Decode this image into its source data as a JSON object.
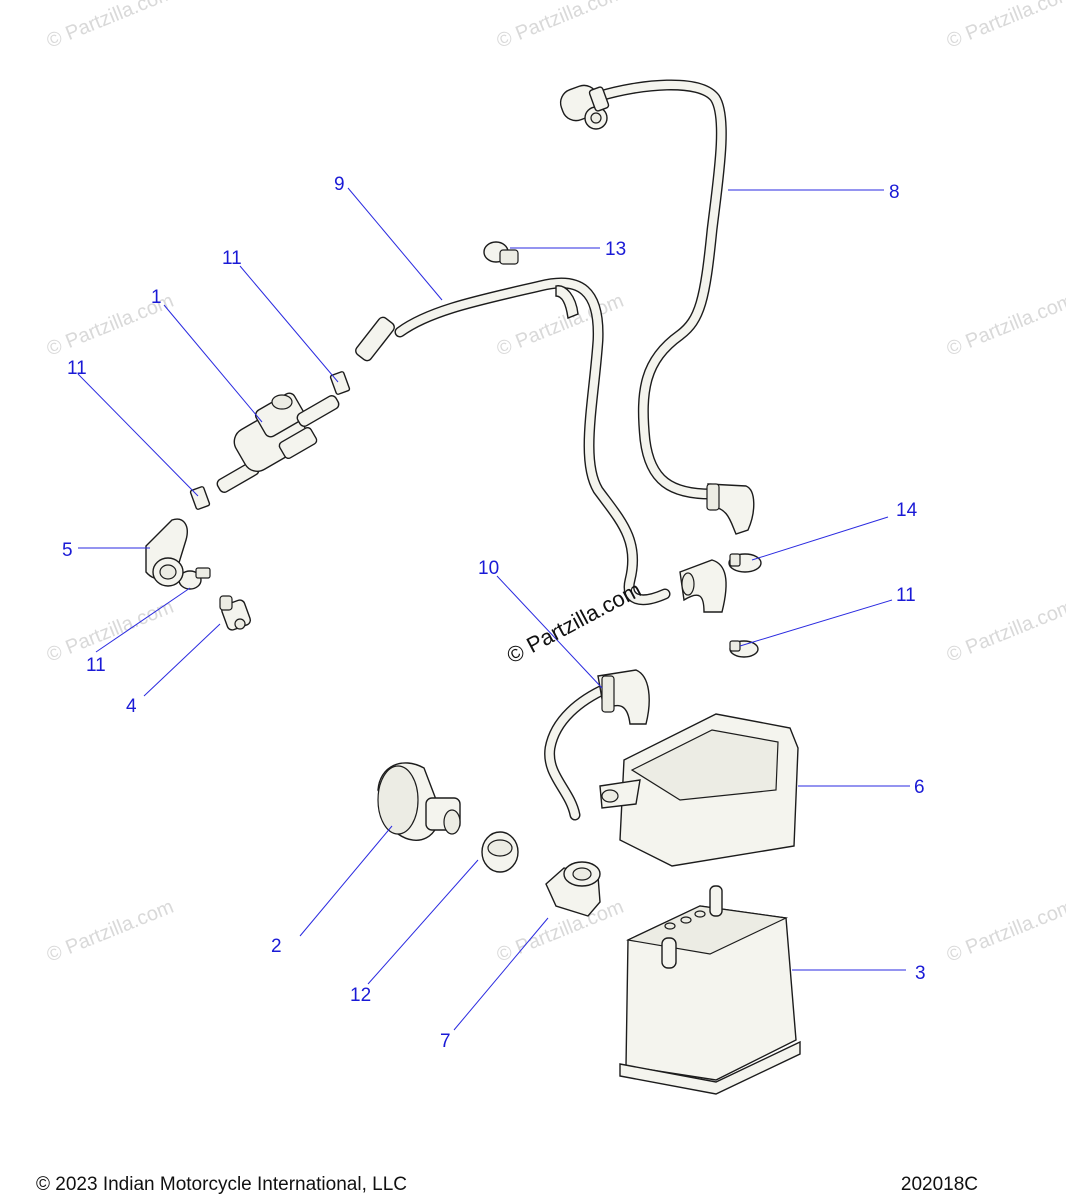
{
  "watermark": "© Partzilla.com",
  "center_watermark": "© Partzilla.com",
  "callouts": [
    "1",
    "2",
    "3",
    "4",
    "5",
    "6",
    "7",
    "8",
    "9",
    "10",
    "11",
    "11",
    "11",
    "11",
    "12",
    "13",
    "14"
  ],
  "footer": {
    "copyright": "© 2023 Indian Motorcycle International, LLC",
    "figure_code": "202018C"
  },
  "colors": {
    "callout": "#1a1ad6",
    "line": "#1c1c1c",
    "part_fill": "#f4f4ee"
  }
}
